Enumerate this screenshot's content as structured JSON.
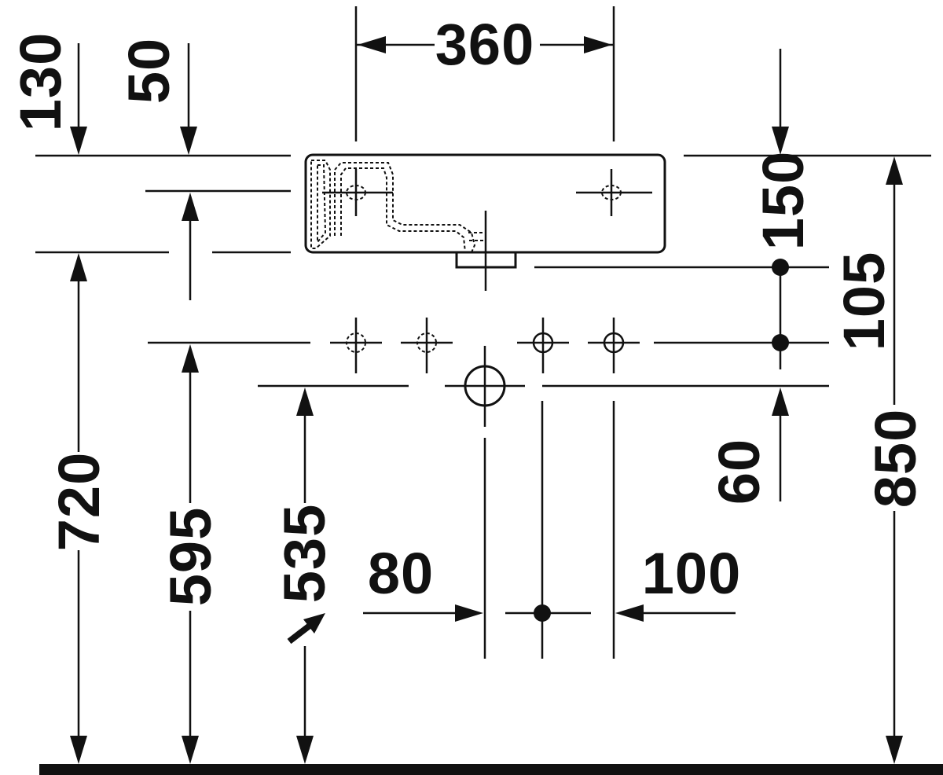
{
  "drawing": {
    "dimensions": {
      "width_360": "360",
      "top_130": "130",
      "top_50": "50",
      "right_150": "150",
      "right_105": "105",
      "right_60": "60",
      "height_850": "850",
      "height_720": "720",
      "height_595": "595",
      "height_535": "535",
      "offset_80": "80",
      "offset_100": "100"
    },
    "colors": {
      "line": "#111111",
      "background": "#ffffff",
      "floor": "#111111"
    }
  }
}
